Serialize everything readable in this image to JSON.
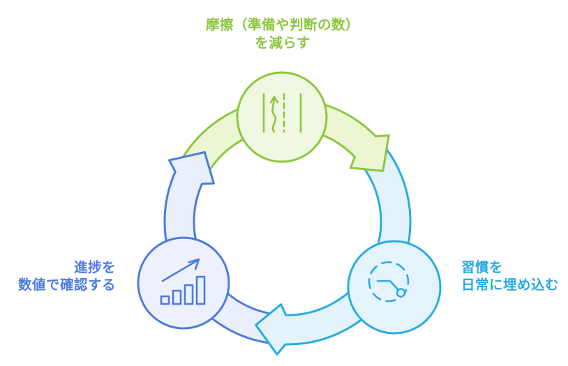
{
  "diagram": {
    "type": "cycle",
    "direction": "clockwise",
    "nodes": [
      {
        "id": "reduce-friction",
        "position": "top",
        "label_lines": [
          "摩擦（準備や判断の数）",
          "を減らす"
        ],
        "icon": "road-route-icon",
        "accent": "#8CC63F",
        "node_fill": "#F0F8E2",
        "arrow_fill": "#ECF6D3"
      },
      {
        "id": "embed-habit",
        "position": "right",
        "label_lines": [
          "習慣を",
          "日常に埋め込む"
        ],
        "icon": "clock-icon",
        "accent": "#29ABE2",
        "node_fill": "#E5F4FC",
        "arrow_fill": "#E3F3FB"
      },
      {
        "id": "check-progress",
        "position": "left",
        "label_lines": [
          "進捗を",
          "数値で確認する"
        ],
        "icon": "bar-chart-growth-icon",
        "accent": "#4C7BE0",
        "node_fill": "#EDF1FD",
        "arrow_fill": "#E9EFFB"
      }
    ]
  }
}
